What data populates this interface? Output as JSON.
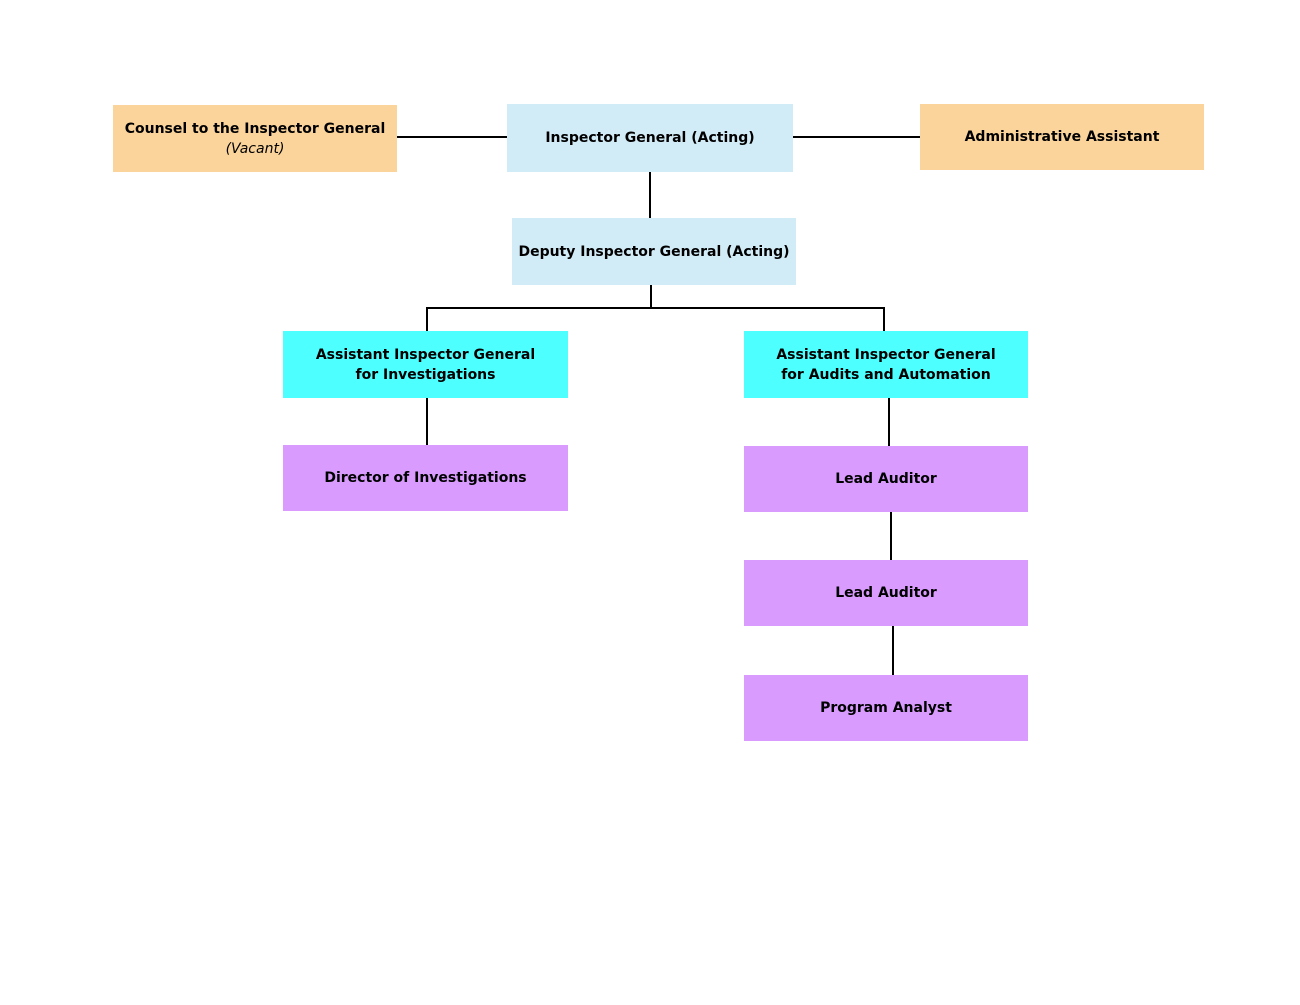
{
  "colors": {
    "executive": "#d1ebf7",
    "staff": "#fbd49b",
    "assistant_ig": "#4dffff",
    "operations": "#da9bff",
    "line": "#000000"
  },
  "nodes": {
    "counsel": {
      "line1": "Counsel to the Inspector General",
      "line2": "(Vacant)"
    },
    "inspector_general": {
      "line1": "Inspector General (Acting)"
    },
    "admin_assistant": {
      "line1": "Administrative Assistant"
    },
    "deputy": {
      "line1": "Deputy Inspector General (Acting)"
    },
    "aig_investigations": {
      "line1": "Assistant Inspector General",
      "line2": "for Investigations"
    },
    "aig_audits": {
      "line1": "Assistant Inspector General",
      "line2": "for Audits and Automation"
    },
    "director_investigations": {
      "line1": "Director of Investigations"
    },
    "lead_auditor_1": {
      "line1": "Lead Auditor"
    },
    "lead_auditor_2": {
      "line1": "Lead Auditor"
    },
    "program_analyst": {
      "line1": "Program Analyst"
    }
  }
}
